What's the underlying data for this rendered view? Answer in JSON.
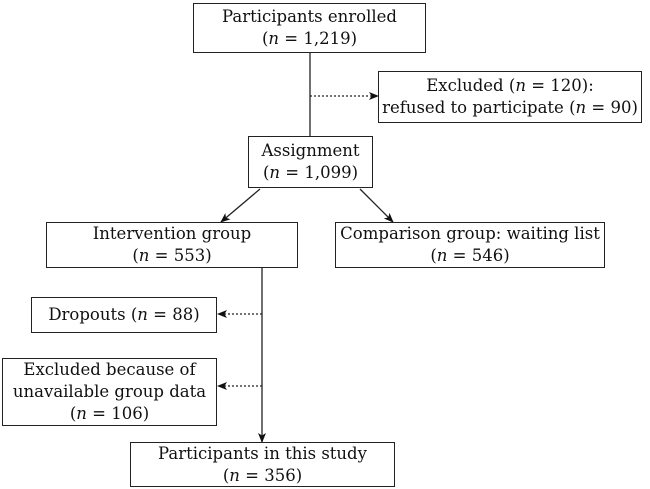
{
  "nodes": {
    "enrolled": {
      "label": "Participants enrolled",
      "n_prefix": "(",
      "n_var": "n",
      "n_value": " = 1,219)"
    },
    "excluded_initial": {
      "label": "Excluded (",
      "n_var": "n",
      "n_value": " = 120):",
      "line2_label": "refused to participate (",
      "line2_var": "n",
      "line2_value": " = 90)"
    },
    "assignment": {
      "label": "Assignment",
      "n_prefix": "(",
      "n_var": "n",
      "n_value": " = 1,099)"
    },
    "intervention": {
      "label": "Intervention group",
      "n_prefix": "(",
      "n_var": "n",
      "n_value": " = 553)"
    },
    "comparison": {
      "label": "Comparison group: waiting list",
      "n_prefix": "(",
      "n_var": "n",
      "n_value": " = 546)"
    },
    "dropouts": {
      "label": "Dropouts (",
      "n_var": "n",
      "n_value": " = 88)"
    },
    "excluded_group": {
      "line1": "Excluded because of",
      "line2": "unavailable group data",
      "n_prefix": "(",
      "n_var": "n",
      "n_value": " = 106)"
    },
    "final": {
      "label": "Participants in this study",
      "n_prefix": "(",
      "n_var": "n",
      "n_value": " = 356)"
    }
  }
}
